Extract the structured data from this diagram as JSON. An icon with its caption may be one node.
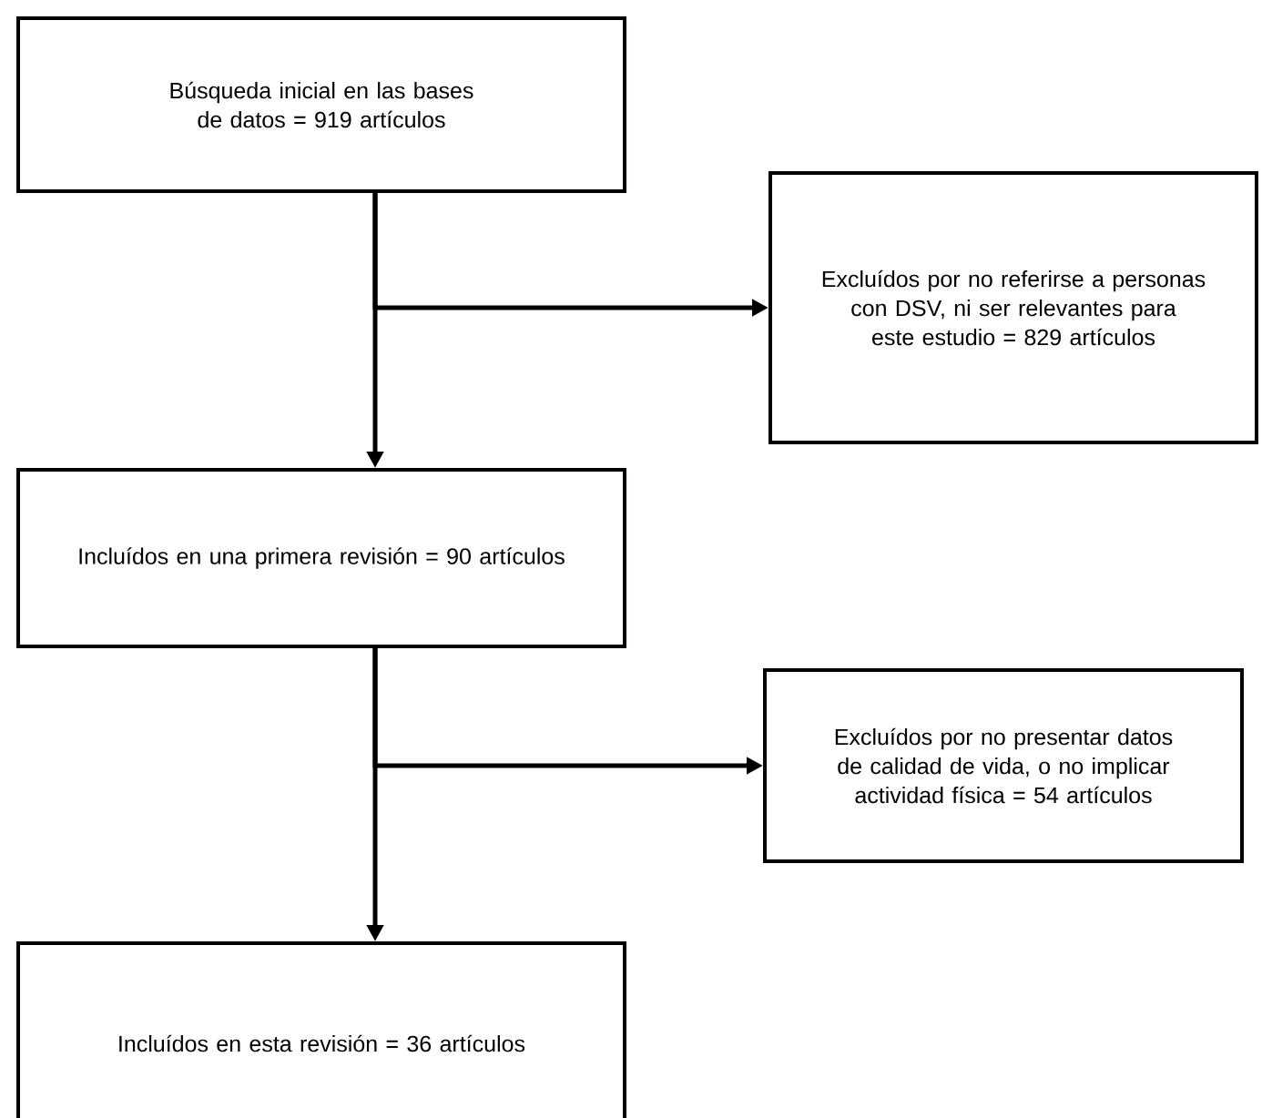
{
  "diagram": {
    "nodes": [
      {
        "text": [
          "Búsqueda inicial en las bases de datos = 919 artículos"
        ]
      },
      {
        "text": [
          "Excluídos por no referirse a personas con DSV, ni ser relevantes para este estudio = 829 artículos"
        ]
      },
      {
        "text": [
          "Incluídos en una primera revisión = 90 artículos"
        ]
      },
      {
        "text": [
          "Excluídos por no presentar datos de calidad de vida, o no implicar actividad física = 54 artículos"
        ]
      },
      {
        "text": [
          "Incluídos en esta revisión = 36 artículos"
        ]
      }
    ],
    "edges": [
      {
        "from": 0,
        "to": 2,
        "arrow": "to"
      },
      {
        "from": 0,
        "to": 1,
        "arrow": "to"
      },
      {
        "from": 2,
        "to": 4,
        "arrow": "to"
      },
      {
        "from": 2,
        "to": 3,
        "arrow": "to"
      }
    ]
  }
}
